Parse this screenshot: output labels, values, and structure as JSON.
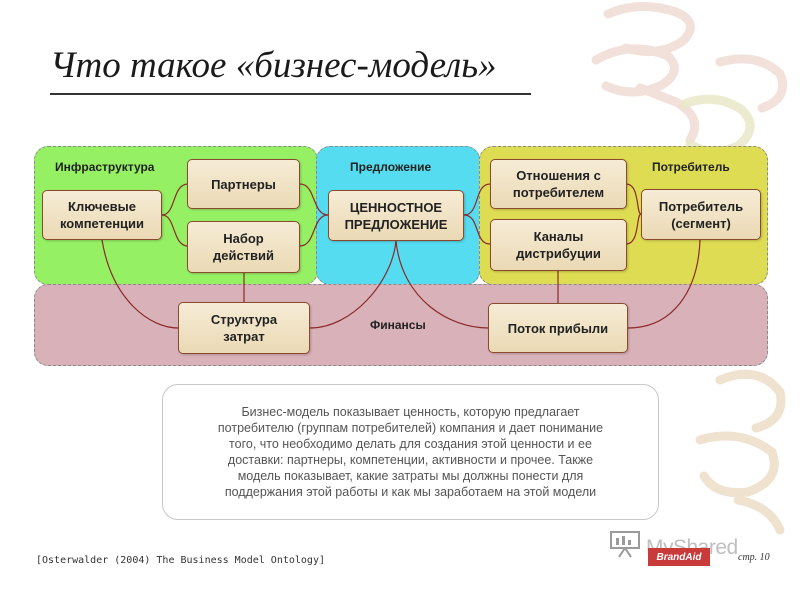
{
  "title": "Что такое «бизнес-модель»",
  "zones": {
    "infrastructure": "Инфраструктура",
    "offer": "Предложение",
    "consumer": "Потребитель",
    "finance": "Финансы"
  },
  "blocks": {
    "partners": "Партнеры",
    "key_competencies": "Ключевые\nкомпетенции",
    "activity_set": "Набор\nдействий",
    "value_proposition": "ЦЕННОСТНОЕ\nПРЕДЛОЖЕНИЕ",
    "customer_relationship": "Отношения с\nпотребителем",
    "distribution_channels": "Каналы\nдистрибуции",
    "customer_segment": "Потребитель\n(сегмент)",
    "cost_structure": "Структура\nзатрат",
    "revenue_stream": "Поток прибыли"
  },
  "description": "Бизнес-модель показывает ценность, которую предлагает\nпотребителю (группам потребителей) компания и дает понимание\nтого, что необходимо делать для  создания этой ценности и ее\nдоставки: партнеры, компетенции, активности и прочее. Также\nмодель показывает, какие затраты мы должны понести для\nподдержания этой работы и как мы заработаем на этой модели",
  "citation": "[Osterwalder (2004) The Business Model Ontology]",
  "logo": {
    "text": "MyShared",
    "badge": "BrandAid"
  },
  "page_number": "стр. 10",
  "colors": {
    "infrastructure_zone": "#96f064",
    "offer_zone": "#55dcf0",
    "consumer_zone": "#dedc52",
    "finance_zone": "#d9b1b9",
    "connector": "#8b2a2a",
    "box_border": "#8b4a2e"
  }
}
